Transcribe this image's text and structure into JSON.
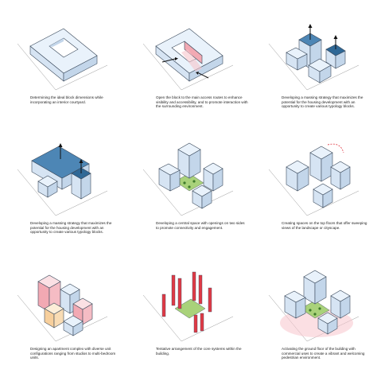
{
  "panels": [
    {
      "caption": "Determining the ideal block dimensions while incorporating an interior courtyard."
    },
    {
      "caption": "Open the block to the main access routes to enhance visibility and accessibility, and to promote interaction with the surrounding environment."
    },
    {
      "caption": "Developing a massing strategy that maximizes the potential for the housing development with an opportunity to create various typology blocks."
    },
    {
      "caption": "Developing a massing strategy that maximizes the potential for the housing development with an opportunity to create various typology blocks."
    },
    {
      "caption": "Developing a central space with openings on two sides to promote connectivity and engagement."
    },
    {
      "caption": "Creating spaces on the top floors that offer sweeping views of the landscape or cityscape."
    },
    {
      "caption": "Designing an apartment complex with diverse unit configurations ranging from studios to multi-bedroom units."
    },
    {
      "caption": "Tentative arrangement of the core systems within the building."
    },
    {
      "caption": "Activating the ground floor of the building with commercial uses to create a vibrant and welcoming pedestrian environment."
    }
  ],
  "colors": {
    "block_top": "#e9f2fb",
    "block_left": "#d6e4f3",
    "block_right": "#c3d6ea",
    "outline": "#3b4a5c",
    "blue_top": "#4d86b5",
    "blue_side": "#2f6896",
    "pink": "#f2a9b3",
    "green": "#a9d27a",
    "orange": "#f7cf9c",
    "red": "#e03a45"
  }
}
